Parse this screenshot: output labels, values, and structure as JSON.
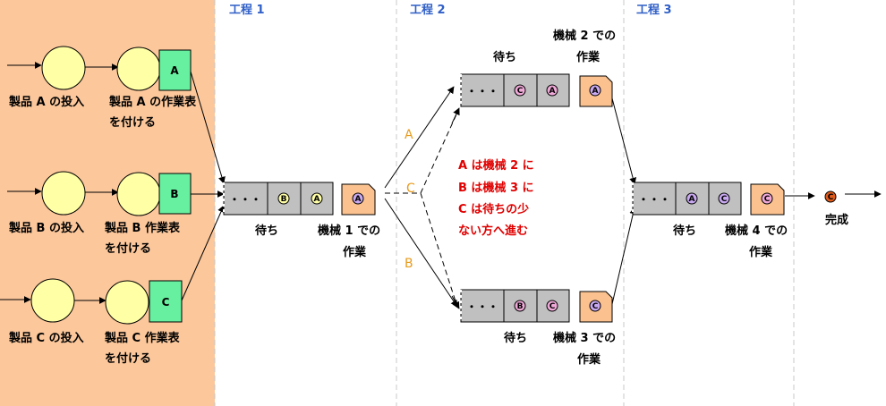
{
  "headers": {
    "step1": "工程 1",
    "step2": "工程 2",
    "step3": "工程 3"
  },
  "inputs": [
    {
      "product": "A",
      "input_label": "製品 A の投入",
      "tag_line1": "製品 A の作業表",
      "tag_line2": "を付ける"
    },
    {
      "product": "B",
      "input_label": "製品 B の投入",
      "tag_line1": "製品 B 作業表",
      "tag_line2": "を付ける"
    },
    {
      "product": "C",
      "input_label": "製品 C の投入",
      "tag_line1": "製品 C 作業表",
      "tag_line2": "を付ける"
    }
  ],
  "stage1": {
    "wait_label": "待ち",
    "machine_line1": "機械 1 での",
    "machine_line2": "作業",
    "queue_tokens": [
      "B",
      "A"
    ],
    "working_token": "A"
  },
  "machine2": {
    "wait_label": "待ち",
    "machine_line1": "機械 2 での",
    "machine_line2": "作業",
    "queue_tokens": [
      "C",
      "A"
    ],
    "working_token": "A"
  },
  "machine3": {
    "wait_label": "待ち",
    "machine_line1": "機械 3 での",
    "machine_line2": "作業",
    "queue_tokens": [
      "B",
      "C"
    ],
    "working_token": "C"
  },
  "stage3": {
    "wait_label": "待ち",
    "machine_line1": "機械 4 での",
    "machine_line2": "作業",
    "queue_tokens": [
      "A",
      "C"
    ],
    "working_token": "C"
  },
  "routes": {
    "top": "A",
    "middle": "C",
    "bottom": "B"
  },
  "rule_note": [
    "A は機械 2 に",
    "B は機械 3 に",
    "C は待ちの少",
    "ない方へ進む"
  ],
  "queue_dots": "・・・",
  "output": {
    "token": "C",
    "label": "完成"
  },
  "colors": {
    "input_area": "#fbc79b",
    "circle": "#ffffa6",
    "tag_card": "#66f0a0",
    "queue_box": "#c0c0c0",
    "work_card": "#fbc28f",
    "token_A": "#c8a8f0",
    "token_B": "#f0a8d8",
    "token_C": "#f0a8d8",
    "header_text": "#2f5fc7",
    "note_text": "#e00000",
    "route_text": "#e89b1c"
  }
}
